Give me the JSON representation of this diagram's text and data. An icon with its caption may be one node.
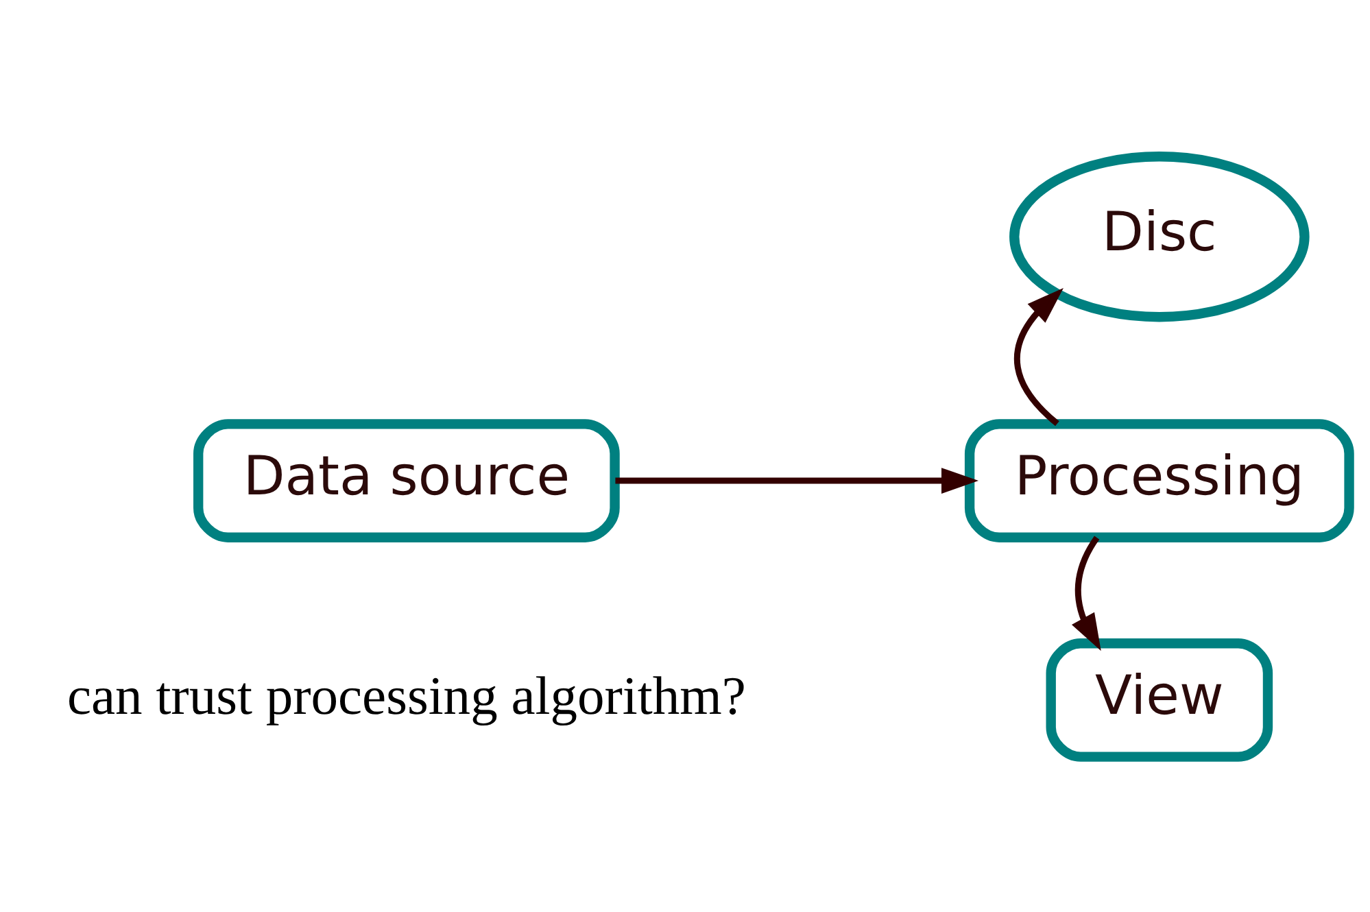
{
  "diagram": {
    "nodes": [
      {
        "text": [
          "Disc"
        ]
      },
      {
        "text": [
          "Data source"
        ]
      },
      {
        "text": [
          "Processing"
        ]
      },
      {
        "text": [
          "View"
        ]
      }
    ],
    "edges": [
      {
        "from": 1,
        "to": 2,
        "arrow": "to"
      },
      {
        "from": 2,
        "to": 0,
        "arrow": "to"
      },
      {
        "from": 2,
        "to": 3,
        "arrow": "to"
      }
    ],
    "labels": [
      "can trust processing algorithm?"
    ]
  }
}
